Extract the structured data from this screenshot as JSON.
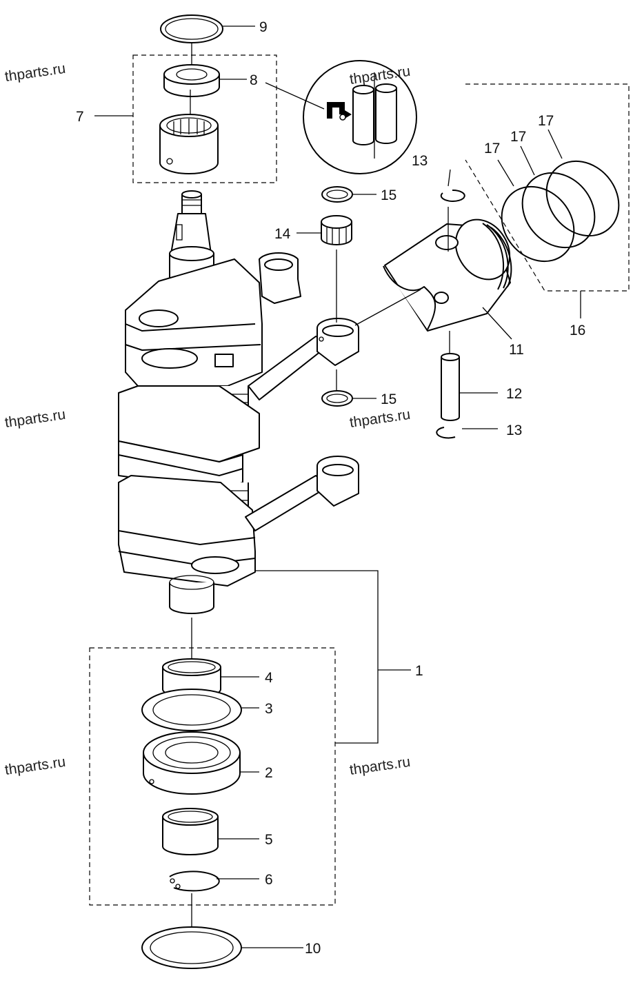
{
  "watermarks": [
    "thparts.ru",
    "thparts.ru",
    "thparts.ru",
    "thparts.ru",
    "thparts.ru",
    "thparts.ru"
  ],
  "callouts": {
    "c1": "1",
    "c2": "2",
    "c3": "3",
    "c4": "4",
    "c5": "5",
    "c6": "6",
    "c7": "7",
    "c8": "8",
    "c9": "9",
    "c10": "10",
    "c11": "11",
    "c12": "12",
    "c13a": "13",
    "c13b": "13",
    "c14": "14",
    "c15a": "15",
    "c15b": "15",
    "c16": "16",
    "c17a": "17",
    "c17b": "17",
    "c17c": "17"
  },
  "icons": {
    "grease_symbol": "grease-apply-icon"
  }
}
